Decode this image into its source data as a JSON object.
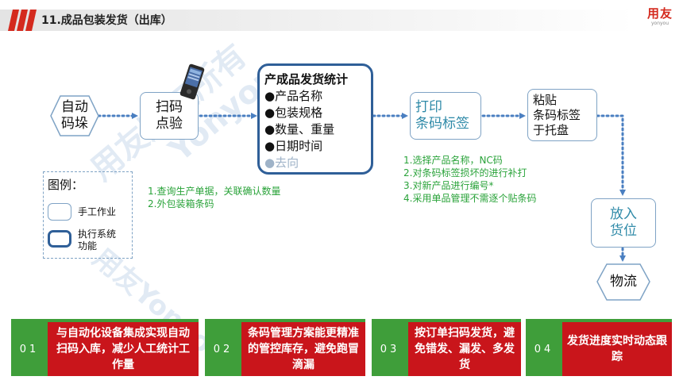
{
  "header": {
    "title": "11.成品包装发货（出库）",
    "logo_main": "用友",
    "logo_sub": "yonyou",
    "accent_color": "#d42a1e"
  },
  "watermark": {
    "lines": [
      "用友版权所有",
      "Yonyou",
      "用友Yonyou"
    ]
  },
  "nodes": {
    "auto_stack": "自动\n码垛",
    "scan_check": "扫码\n点验",
    "print_label": "打印\n条码标签",
    "paste_label": "粘贴\n条码标签\n于托盘",
    "putaway": "放入\n货位",
    "logistics": "物流"
  },
  "stats": {
    "title": "产成品发货统计",
    "items": [
      "●产品名称",
      "●包装规格",
      "●数量、重量",
      "●日期时间",
      "●去向"
    ]
  },
  "notes": {
    "scan": [
      "1.查询生产单据，关联确认数量",
      "2.外包装箱条码"
    ],
    "print": [
      "1.选择产品名称，NC码",
      "2.对条码标签损坏的进行补打",
      "3.对新产品进行编号*",
      "4.采用单品管理不需逐个贴条码"
    ]
  },
  "legend": {
    "title": "图例：",
    "manual": "手工作业",
    "system": "执行系统\n功能"
  },
  "benefits": [
    {
      "num": "01",
      "text": "与自动化设备集成实现自动扫码入库，减少人工统计工作量"
    },
    {
      "num": "02",
      "text": "条码管理方案能更精准的管控库存，避免跑冒滴漏"
    },
    {
      "num": "03",
      "text": "按订单扫码发货，避免错发、漏发、多发货"
    },
    {
      "num": "04",
      "text": "发货进度实时动态跟踪"
    }
  ],
  "colors": {
    "manual_border": "#7fa3c5",
    "system_border": "#2f5f98",
    "arrow": "#4a7fc1",
    "note_green": "#2aa33a",
    "benefit_red": "#c9151b",
    "benefit_green": "#3f9e3a"
  }
}
